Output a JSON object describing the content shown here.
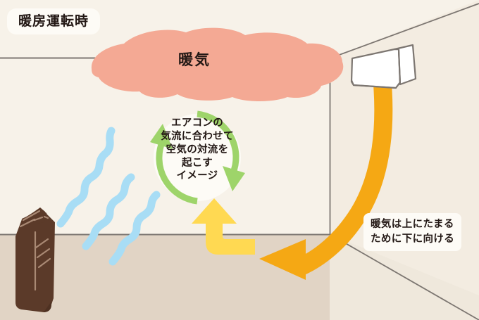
{
  "diagram": {
    "title_badge": "暖房運転時",
    "warm_air_label": "暖気",
    "circle_note": "エアコンの\n気流に合わせて\n空気の対流を\n起こす\nイメージ",
    "side_note": "暖気は上にたまる\nために下に向ける"
  },
  "colors": {
    "wall": "#f7f2e9",
    "wall_right": "#f3ece1",
    "floor": "#e1d4c5",
    "floor_right": "#efe8dc",
    "line": "#7c7671",
    "warm_cloud": "#f4a994",
    "cool_squiggle": "#a8ddf5",
    "green_arrow": "#9ed46a",
    "yellow_arrow": "#ffd952",
    "orange_arrow": "#f5a814",
    "sofa_dark": "#5b3a29",
    "sofa_light": "#a98974",
    "ac_body": "#ffffff",
    "badge_bg": "#fdfbf6",
    "text": "#231815"
  },
  "elements": {
    "ac_unit": "wall-mounted-air-conditioner",
    "sofa": "dark-brown-sofa",
    "warm_cloud": "pink-warm-air-cloud",
    "cool_streaks": "blue-cool-air-squiggles",
    "convection_circle": "green-circular-convection-arrow",
    "updraft_arrow": "yellow-l-shaped-up-arrow",
    "downdraft_arrow": "orange-curved-down-left-arrow"
  }
}
